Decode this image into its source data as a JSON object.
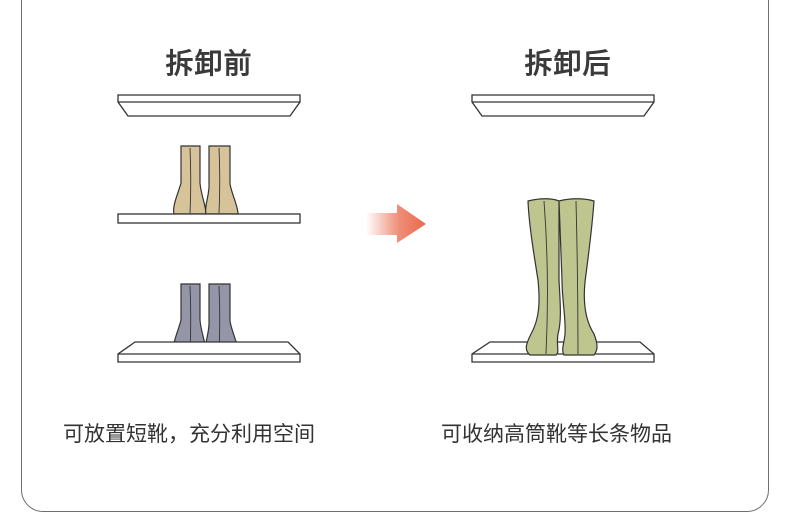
{
  "before": {
    "title": "拆卸前",
    "caption": "可放置短靴，充分利用空间"
  },
  "after": {
    "title": "拆卸后",
    "caption": "可收纳高筒靴等长条物品"
  },
  "colors": {
    "short_boot_top": "#d6c39a",
    "short_boot_bottom": "#9496a8",
    "tall_boot": "#bfc58e",
    "arrow": "#e9684a",
    "shelf_stroke": "#333333",
    "frame": "#6e6e6e"
  },
  "icons": {
    "arrow": "arrow-right-icon"
  }
}
